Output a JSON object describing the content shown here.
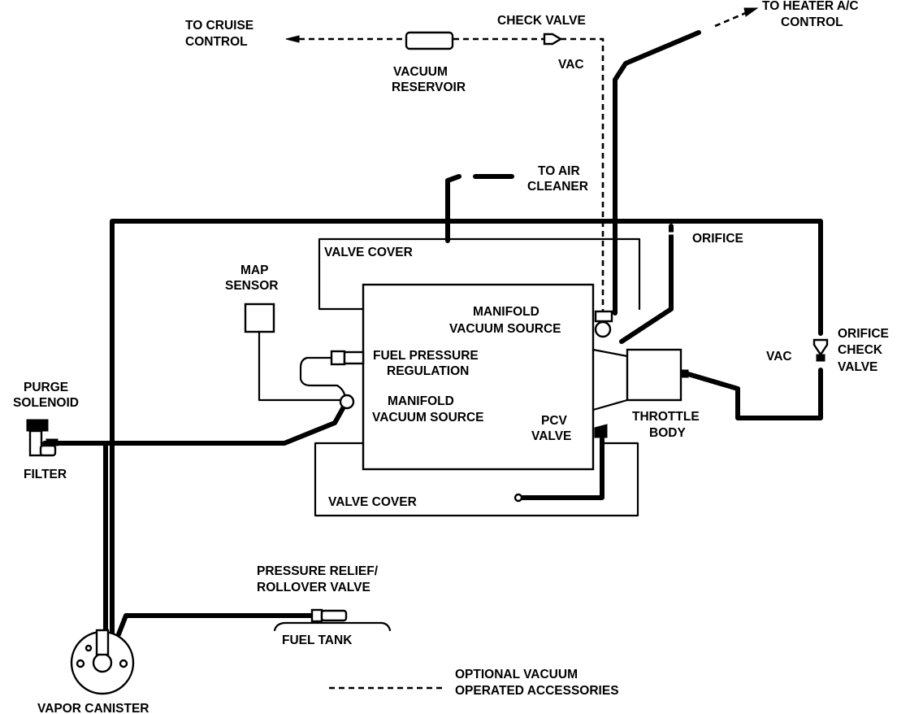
{
  "labels": {
    "to_cruise_control": [
      "TO CRUISE",
      "CONTROL"
    ],
    "check_valve": "CHECK VALVE",
    "vac_top": "VAC",
    "vacuum_reservoir": [
      "VACUUM",
      "RESERVOIR"
    ],
    "to_heater_ac": [
      "TO HEATER A/C",
      "CONTROL"
    ],
    "to_air_cleaner": [
      "TO AIR",
      "CLEANER"
    ],
    "orifice": "ORIFICE",
    "valve_cover_top": "VALVE COVER",
    "map_sensor": [
      "MAP",
      "SENSOR"
    ],
    "manifold_vacuum_source_upper": [
      "MANIFOLD",
      "VACUUM SOURCE"
    ],
    "fuel_pressure_regulation": [
      "FUEL PRESSURE",
      "REGULATION"
    ],
    "manifold_vacuum_source_lower": [
      "MANIFOLD",
      "VACUUM SOURCE"
    ],
    "pcv_valve": [
      "PCV",
      "VALVE"
    ],
    "throttle_body": [
      "THROTTLE",
      "BODY"
    ],
    "orifice_check_valve": [
      "ORIFICE",
      "CHECK",
      "VALVE"
    ],
    "vac_right": "VAC",
    "purge_solenoid": [
      "PURGE",
      "SOLENOID"
    ],
    "filter": "FILTER",
    "valve_cover_bottom": "VALVE COVER",
    "pressure_relief": [
      "PRESSURE RELIEF/",
      "ROLLOVER VALVE"
    ],
    "fuel_tank": "FUEL TANK",
    "vapor_canister": "VAPOR CANISTER",
    "legend": [
      "OPTIONAL VACUUM",
      "OPERATED ACCESSORIES"
    ]
  }
}
